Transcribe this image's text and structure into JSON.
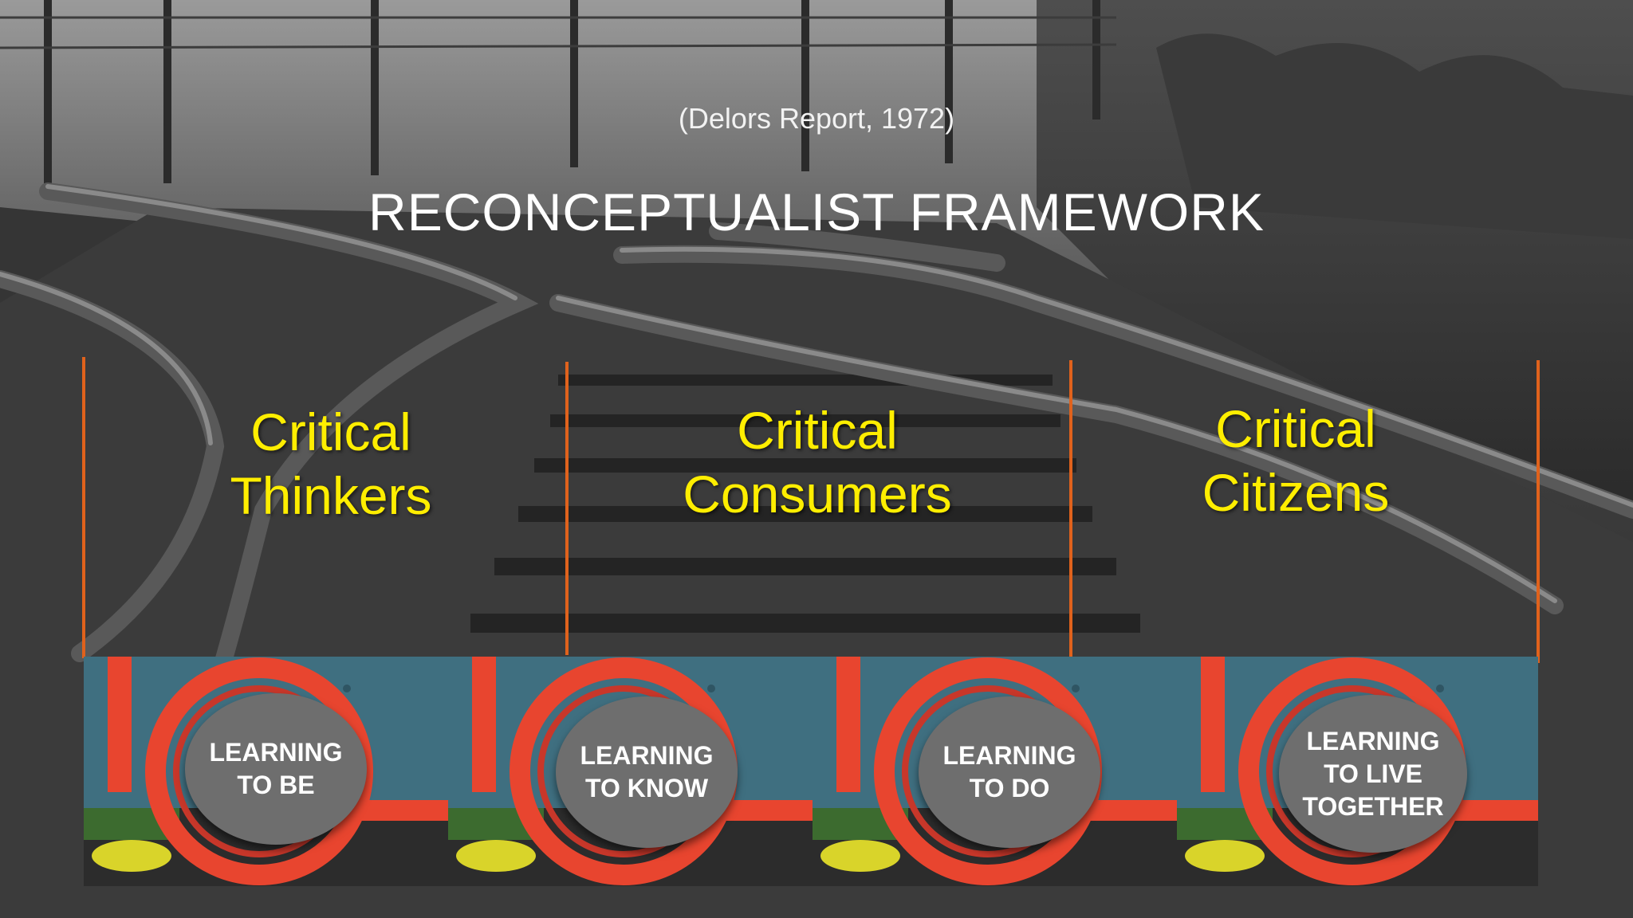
{
  "slide": {
    "citation": "(Delors Report, 1972)",
    "title": "RECONCEPTUALIST FRAMEWORK"
  },
  "columns": [
    {
      "line1": "Critical",
      "line2": "Thinkers"
    },
    {
      "line1": "Critical",
      "line2": "Consumers"
    },
    {
      "line1": "Critical",
      "line2": "Citizens"
    }
  ],
  "pillars": [
    {
      "lines": [
        "LEARNING",
        "TO BE"
      ]
    },
    {
      "lines": [
        "LEARNING",
        "TO KNOW"
      ]
    },
    {
      "lines": [
        "LEARNING",
        "TO DO"
      ]
    },
    {
      "lines": [
        "LEARNING",
        "TO LIVE",
        "TOGETHER"
      ]
    }
  ],
  "colors": {
    "label": "#ffee00",
    "divider": "#e0621c",
    "wheel": "#e8452f",
    "panel_bg": "#3f6f80",
    "circle": "#6e6e6e"
  }
}
